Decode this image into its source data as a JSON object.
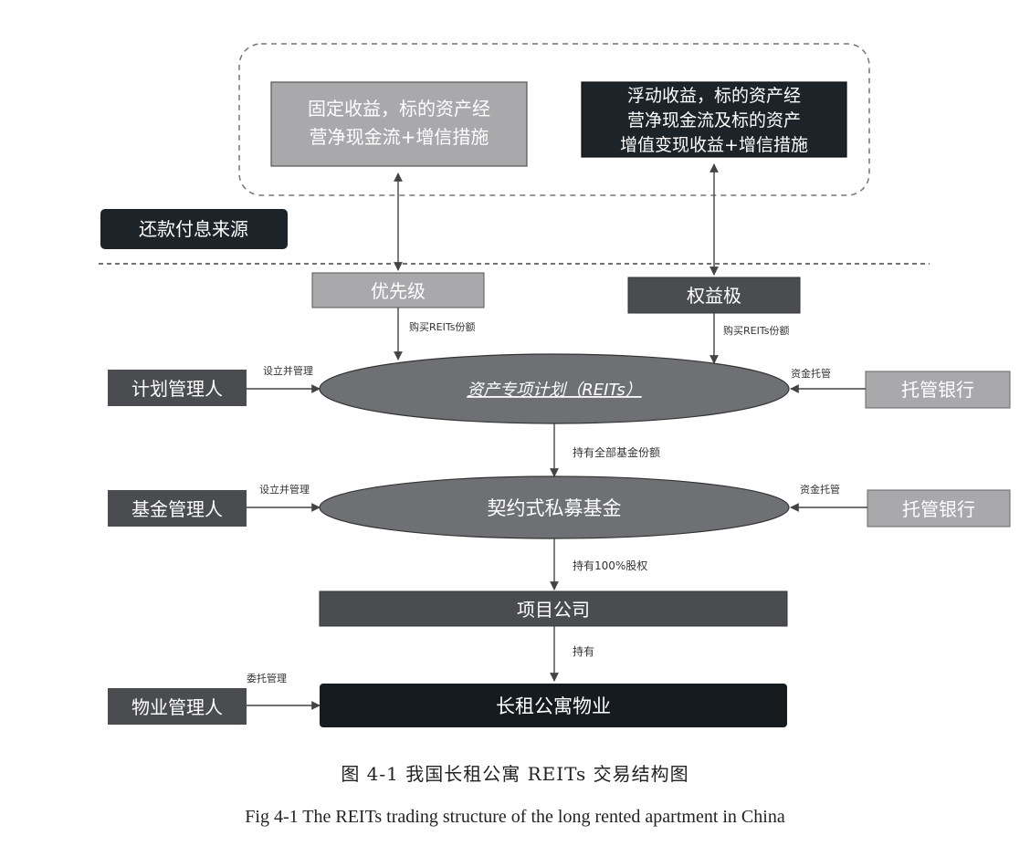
{
  "top": {
    "fixed_income": [
      "固定收益，标的资产经",
      "营净现金流+增信措施"
    ],
    "floating_income": [
      "浮动收益，标的资产经",
      "营净现金流及标的资产",
      "增值变现收益+增信措施"
    ]
  },
  "repayment_source": "还款付息来源",
  "tranches": {
    "senior": "优先级",
    "equity": "权益极"
  },
  "buy_label": "购买REITs份额",
  "reits_plan": "资产专项计划（REITs）",
  "plan_manager": "计划管理人",
  "establish_manage": "设立并管理",
  "custody": "资金托管",
  "custodian_bank": "托管银行",
  "hold_all_fund": "持有全部基金份额",
  "fund_manager": "基金管理人",
  "private_fund": "契约式私募基金",
  "hold_100": "持有100%股权",
  "project_company": "项目公司",
  "hold": "持有",
  "property_manager": "物业管理人",
  "entrusted_manage": "委托管理",
  "apartment_property": "长租公寓物业",
  "caption_cn": "图 4-1  我国长租公寓 REITs 交易结构图",
  "caption_en": "Fig 4-1 The REITs trading structure of the long rented apartment in China",
  "colors": {
    "light_gray": "#a9a9ab",
    "mid_gray": "#6e7073",
    "dark_gray": "#4a4c50",
    "navy_dark": "#1c2329",
    "black_box": "#161b20"
  }
}
